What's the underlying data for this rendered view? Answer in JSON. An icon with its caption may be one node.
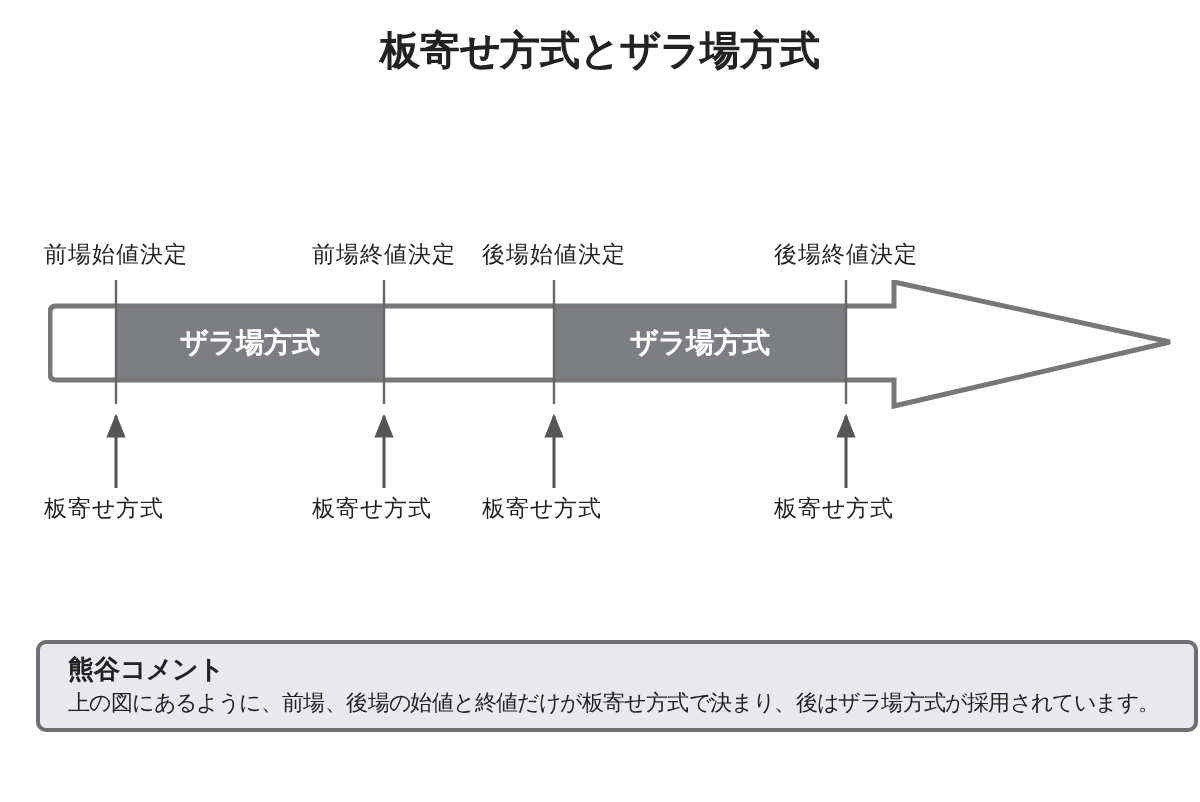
{
  "diagram": {
    "title": "板寄せ方式とザラ場方式",
    "nodes": [
      {
        "text": [],
        "shape": "arrow"
      },
      {
        "text": [
          "ザラ場方式"
        ],
        "in": 0
      },
      {
        "text": [
          "ザラ場方式"
        ],
        "in": 0
      },
      {
        "text": [
          "板寄せ方式"
        ]
      },
      {
        "text": [
          "板寄せ方式"
        ]
      },
      {
        "text": [
          "板寄せ方式"
        ]
      },
      {
        "text": [
          "板寄せ方式"
        ]
      },
      {
        "text": [
          "熊谷コメント",
          "上の図にあるように、前場、後場の始値と終値だけが板寄せ方式で決まり、後はザラ場方式が採用されています。"
        ]
      }
    ],
    "edges": [
      {
        "from": 3,
        "to": 1,
        "arrow": "to"
      },
      {
        "from": 4,
        "to": 1,
        "arrow": "to"
      },
      {
        "from": 5,
        "to": 2,
        "arrow": "to"
      },
      {
        "from": 6,
        "to": 2,
        "arrow": "to"
      }
    ],
    "labels": [
      "前場始値決定",
      "前場終値決定",
      "後場始値決定",
      "後場終値決定"
    ]
  }
}
